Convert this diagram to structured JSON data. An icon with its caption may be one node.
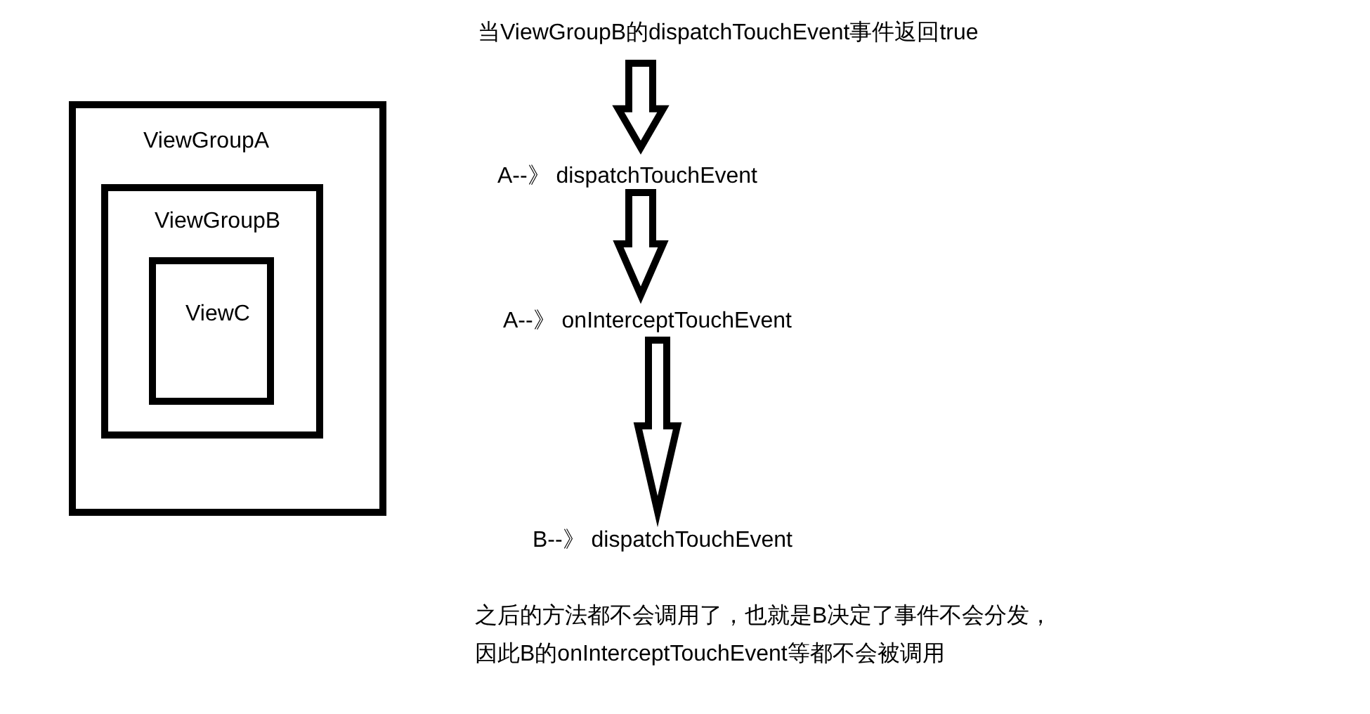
{
  "diagram": {
    "nodes": [
      {
        "text": [
          "ViewGroupA"
        ]
      },
      {
        "text": [
          "ViewGroupB"
        ],
        "in": 0
      },
      {
        "text": [
          "ViewC"
        ],
        "in": 1
      },
      {
        "text": [
          "当ViewGroupB的dispatchTouchEvent事件返回true"
        ]
      },
      {
        "text": [
          "A--》 dispatchTouchEvent"
        ]
      },
      {
        "text": [
          "A--》 onInterceptTouchEvent"
        ]
      },
      {
        "text": [
          "B--》 dispatchTouchEvent"
        ]
      }
    ],
    "edges": [
      {
        "from": 3,
        "to": 4,
        "arrow": "to"
      },
      {
        "from": 4,
        "to": 5,
        "arrow": "to"
      },
      {
        "from": 5,
        "to": 6,
        "arrow": "to"
      }
    ],
    "labels": [
      "之后的方法都不会调用了，也就是B决定了事件不会分发，因此B的onInterceptTouchEvent等都不会被调用"
    ]
  }
}
